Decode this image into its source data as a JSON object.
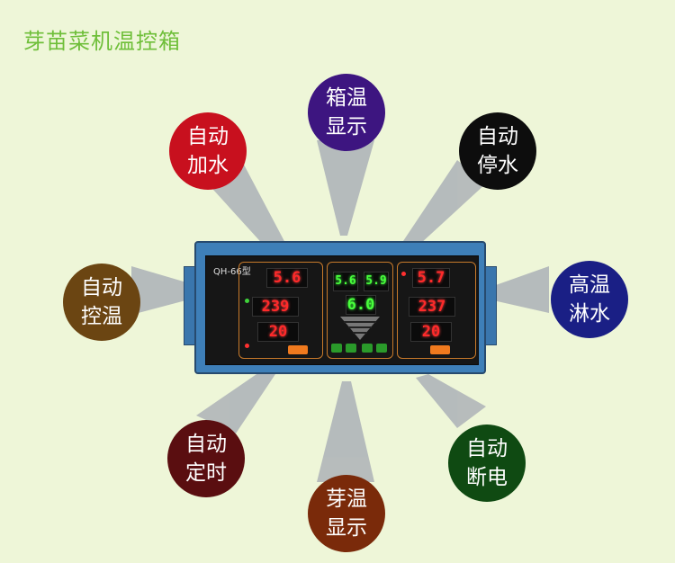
{
  "title": "芽苗菜机温控箱",
  "device": {
    "model": "QH-66型",
    "left_top": "5.6",
    "left_mid": "239",
    "left_bot": "20",
    "center_a": "5.6",
    "center_b": "5.9",
    "center_c": "6.0",
    "right_top": "5.7",
    "right_mid": "237",
    "right_bot": "20"
  },
  "bubbles": [
    {
      "line1": "自动",
      "line2": "加水",
      "color": "#c8101e"
    },
    {
      "line1": "箱温",
      "line2": "显示",
      "color": "#3d1580"
    },
    {
      "line1": "自动",
      "line2": "停水",
      "color": "#0d0d0d"
    },
    {
      "line1": "自动",
      "line2": "控温",
      "color": "#6b4512"
    },
    {
      "line1": "高温",
      "line2": "淋水",
      "color": "#1a1f85"
    },
    {
      "line1": "自动",
      "line2": "定时",
      "color": "#5a0e10"
    },
    {
      "line1": "芽温",
      "line2": "显示",
      "color": "#7a2a0a"
    },
    {
      "line1": "自动",
      "line2": "断电",
      "color": "#0f4a12"
    }
  ]
}
